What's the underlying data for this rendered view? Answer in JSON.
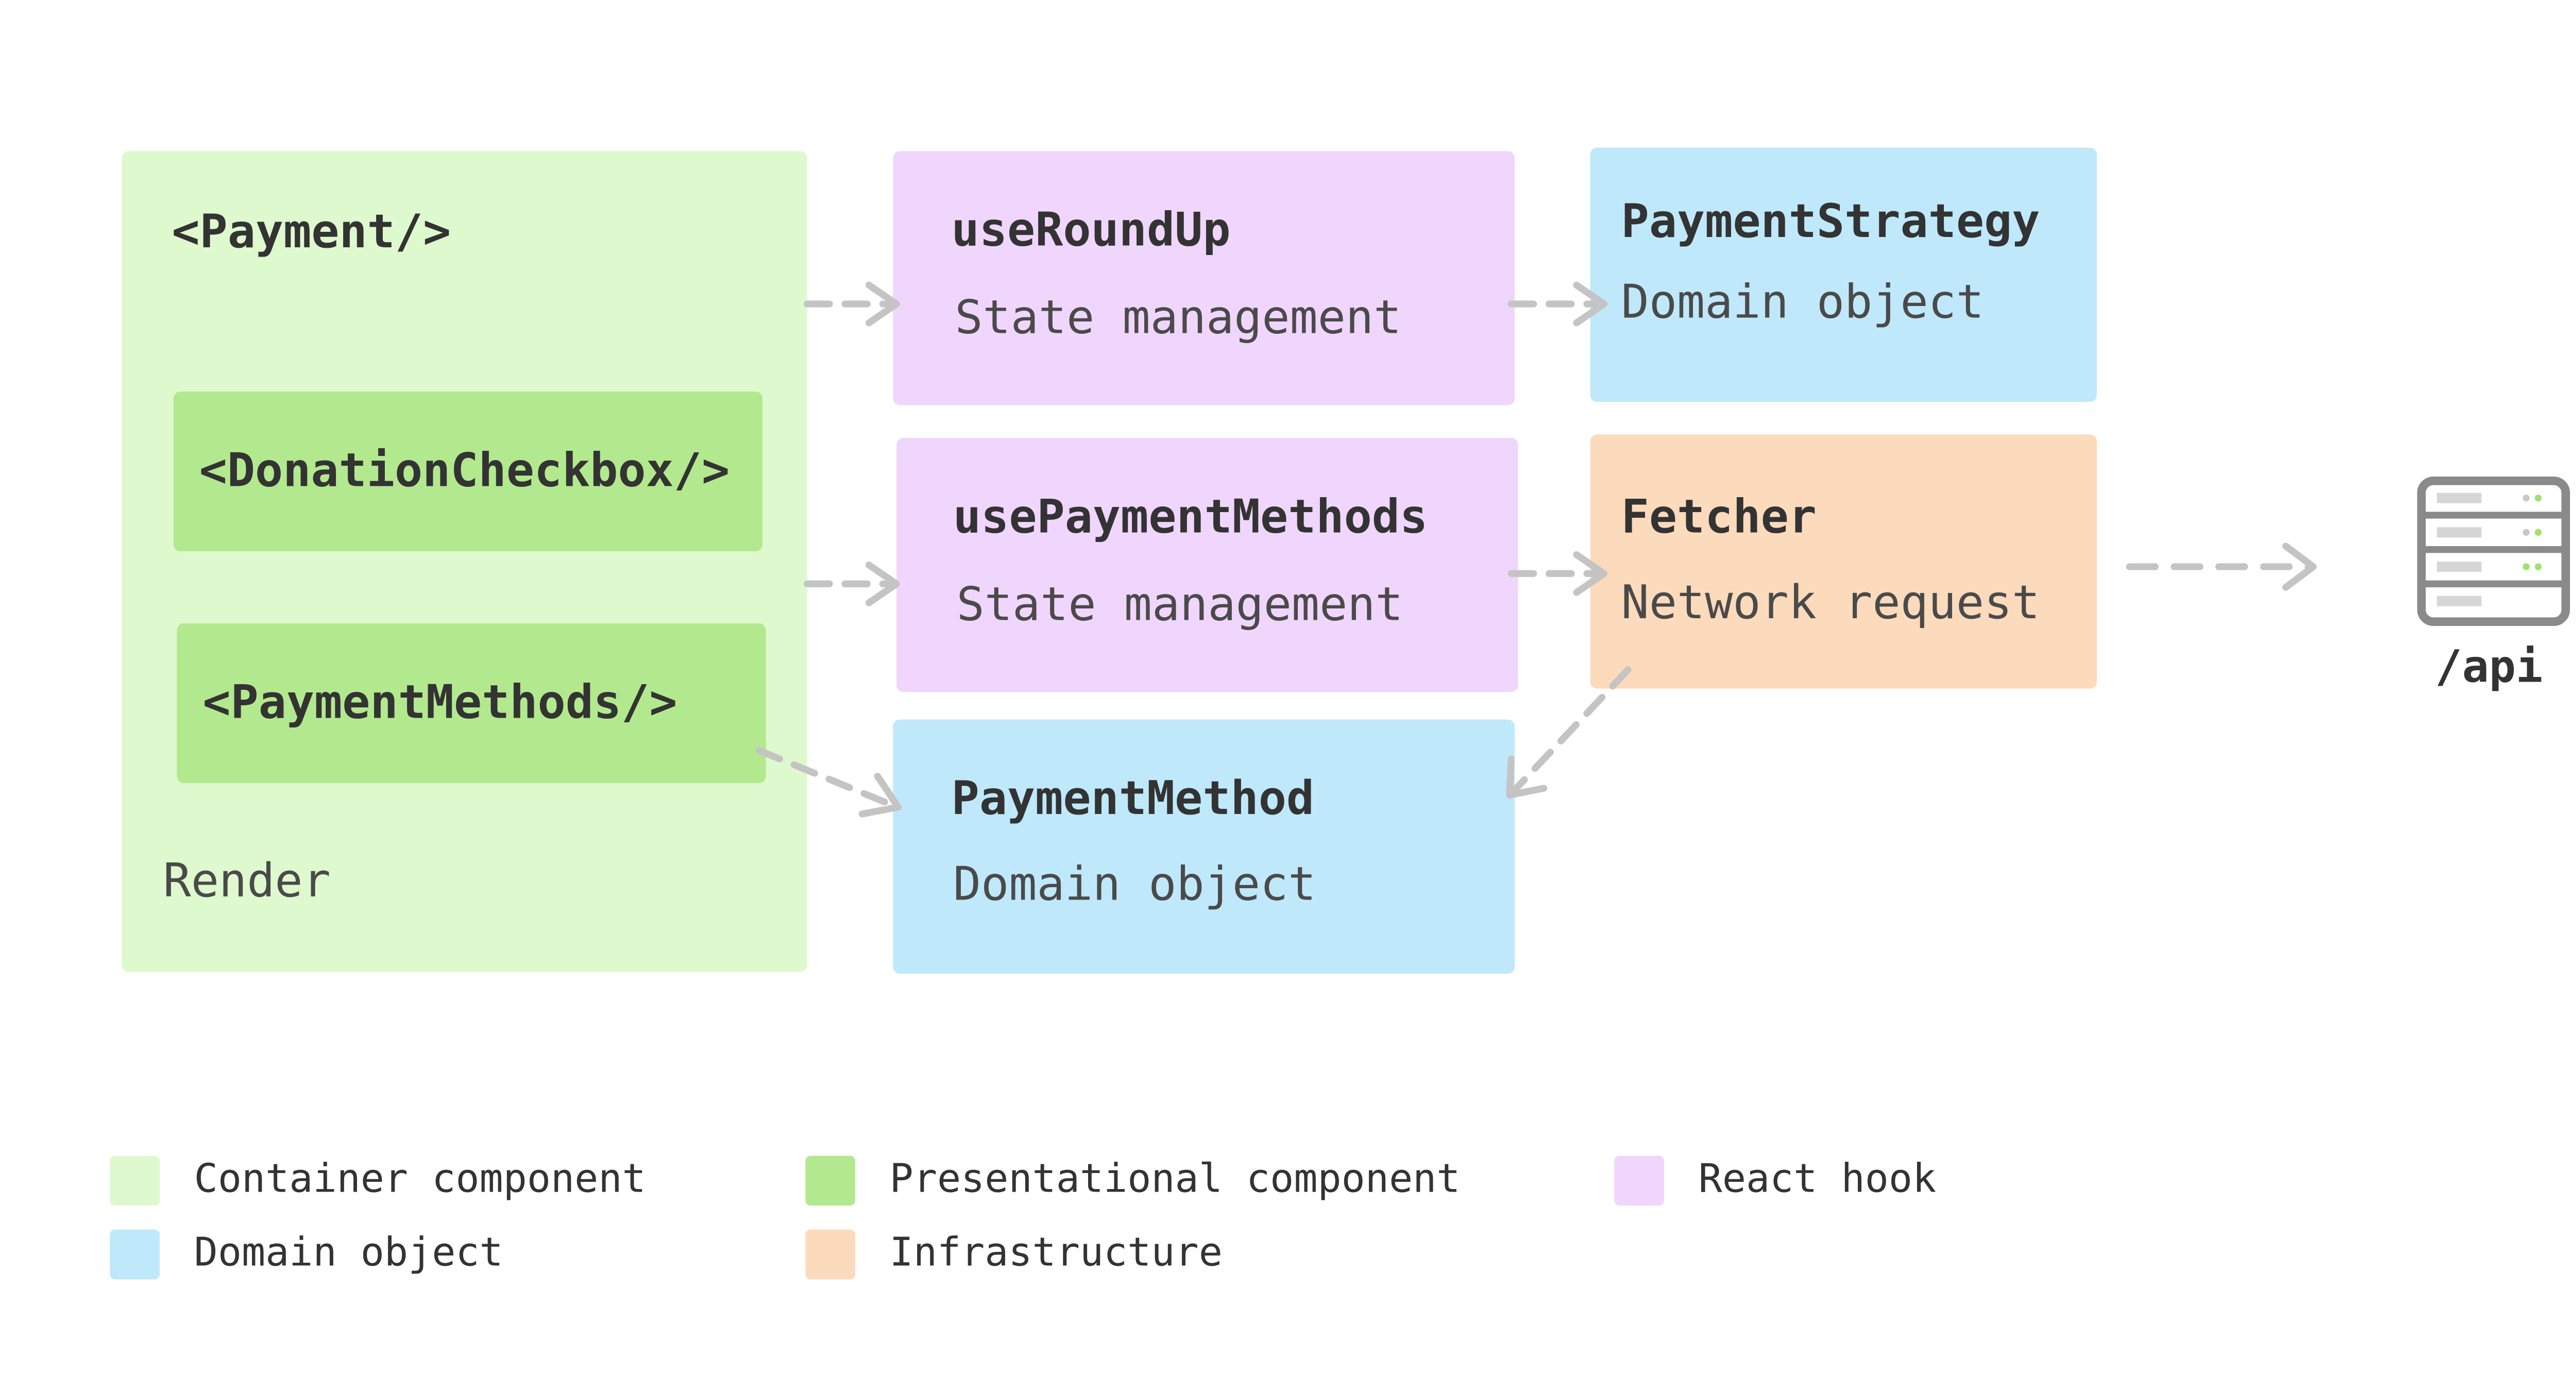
{
  "nodes": {
    "payment": {
      "title": "<Payment/>",
      "subtitle": "Render"
    },
    "donation_checkbox": {
      "title": "<DonationCheckbox/>"
    },
    "payment_methods_component": {
      "title": "<PaymentMethods/>"
    },
    "use_round_up": {
      "title": "useRoundUp",
      "subtitle": "State management"
    },
    "use_payment_methods": {
      "title": "usePaymentMethods",
      "subtitle": "State management"
    },
    "payment_method": {
      "title": "PaymentMethod",
      "subtitle": "Domain object"
    },
    "payment_strategy": {
      "title": "PaymentStrategy",
      "subtitle": "Domain object"
    },
    "fetcher": {
      "title": "Fetcher",
      "subtitle": "Network request"
    },
    "api": {
      "label": "/api",
      "icon": "server-icon"
    }
  },
  "legend": {
    "container": {
      "label": "Container component",
      "color": "#dff9cf"
    },
    "presentational": {
      "label": "Presentational component",
      "color": "#b3e98e"
    },
    "hook": {
      "label": "React hook",
      "color": "#f0d6fc"
    },
    "domain": {
      "label": "Domain object",
      "color": "#bfe8fb"
    },
    "infra": {
      "label": "Infrastructure",
      "color": "#fcdabc"
    }
  },
  "colors": {
    "arrow": "#c4c4c4",
    "server": "#8a8a8a",
    "server_led": "#9ee36f"
  }
}
